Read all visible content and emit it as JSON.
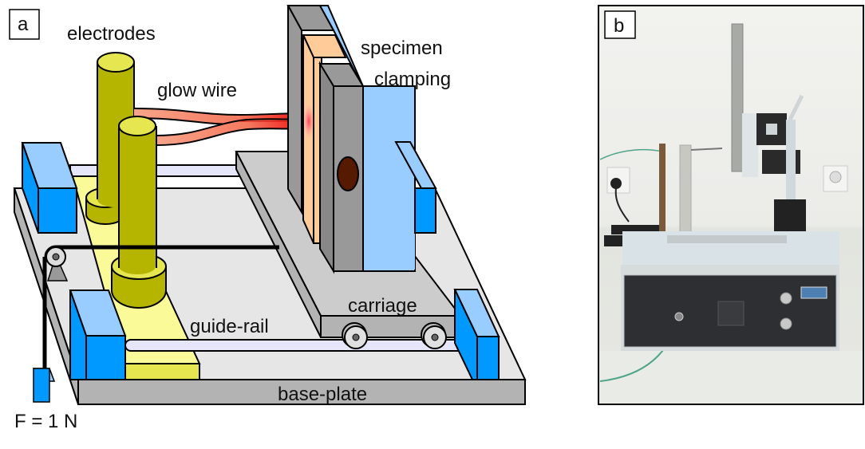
{
  "panel_a": {
    "panel_label": "a",
    "labels": {
      "electrodes": "electrodes",
      "glow_wire": "glow wire",
      "specimen": "specimen",
      "clamping": "clamping",
      "carriage": "carriage",
      "guide_rail": "guide-rail",
      "base_plate": "base-plate",
      "force": "F = 1 N"
    },
    "colors": {
      "electrode": "#b5b500",
      "electrode_top": "#e6e650",
      "glow_wire_hot": "#ee1111",
      "glow_wire_warm": "#f7a58a",
      "specimen": "#ffcc99",
      "clamp_gray": "#999999",
      "clamp_blue": "#99ccff",
      "block_blue": "#0099ff",
      "base_plate": "#e6e6e6",
      "guide_rail": "#fafa99",
      "mark": "#551a00"
    }
  },
  "panel_b": {
    "panel_label": "b",
    "description": "photograph of glow-wire test apparatus"
  }
}
